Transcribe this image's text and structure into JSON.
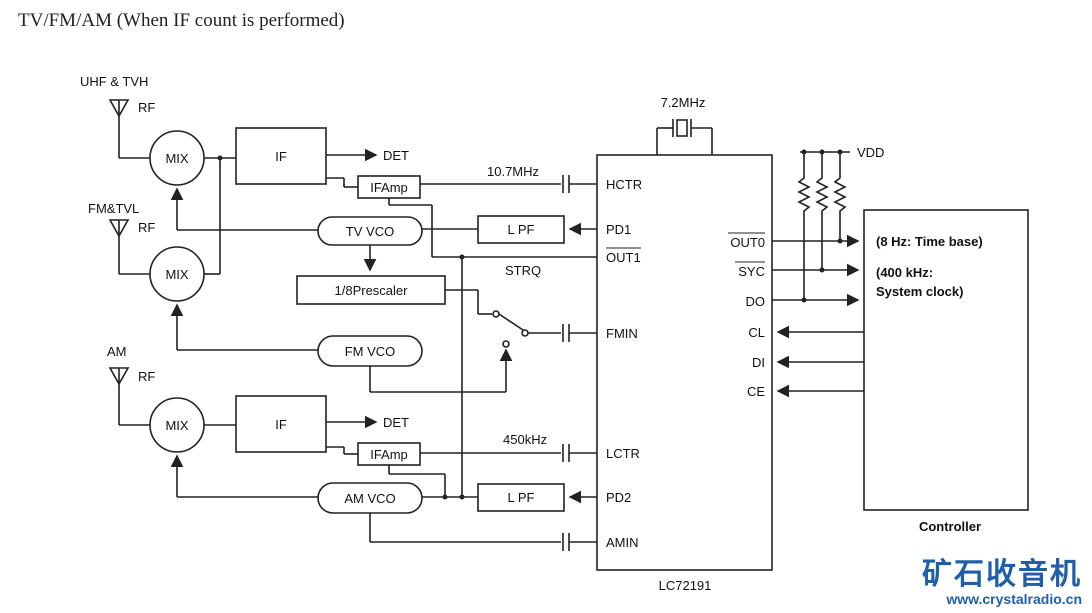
{
  "title": "TV/FM/AM (When IF count is performed)",
  "antennas": {
    "uhf": {
      "label": "UHF & TVH",
      "rf": "RF"
    },
    "fm": {
      "label": "FM&TVL",
      "rf": "RF"
    },
    "am": {
      "label": "AM",
      "rf": "RF"
    }
  },
  "blocks": {
    "mix": "MIX",
    "if": "IF",
    "det": "DET",
    "ifamp": "IFAmp",
    "tv_vco": "TV VCO",
    "fm_vco": "FM VCO",
    "am_vco": "AM VCO",
    "prescaler": "1/8Prescaler",
    "lpf": "L PF"
  },
  "signals": {
    "freq_107": "10.7MHz",
    "freq_450": "450kHz",
    "crystal": "7.2MHz",
    "strq": "STRQ",
    "vdd": "VDD"
  },
  "chip": {
    "name": "LC72191",
    "left_pins": [
      "HCTR",
      "PD1",
      "OUT1",
      "FMIN",
      "LCTR",
      "PD2",
      "AMIN"
    ],
    "right_pins": [
      "OUT0",
      "SYC",
      "DO",
      "CL",
      "DI",
      "CE"
    ]
  },
  "controller": {
    "label": "Controller",
    "notes": [
      "(8 Hz: Time base)",
      "(400 kHz:",
      "System clock)"
    ]
  },
  "watermark": {
    "chinese": "矿石收音机",
    "url": "www.crystalradio.cn"
  }
}
